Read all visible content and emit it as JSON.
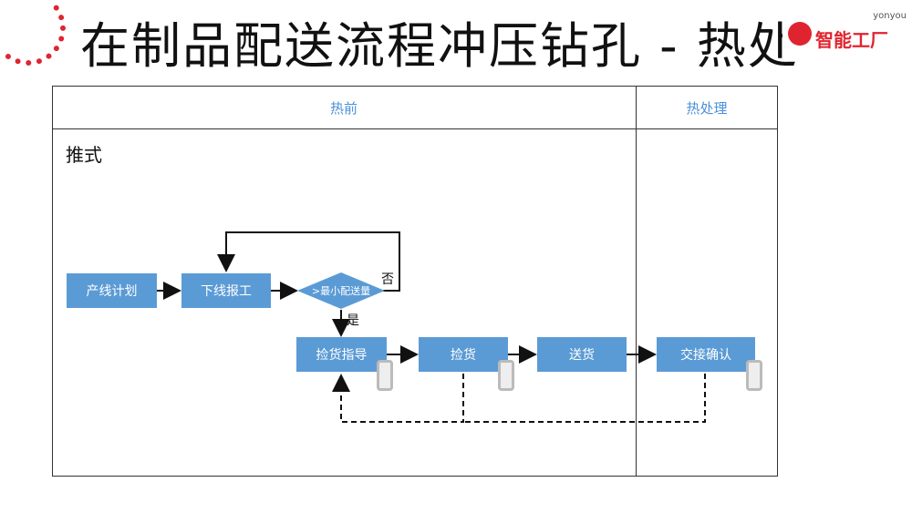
{
  "title": "在制品配送流程冲压钻孔 - 热处",
  "logo": {
    "brand": "yonyou",
    "name": "智能工厂"
  },
  "lanes": {
    "pre": "热前",
    "heat": "热处理"
  },
  "section": "推式",
  "nodes": {
    "plan": "产线计划",
    "report": "下线报工",
    "decision": ">最小配送量",
    "pick_order": "捡货指导",
    "pick": "捡货",
    "deliver": "送货",
    "confirm": "交接确认"
  },
  "labels": {
    "no": "否",
    "yes": "是"
  },
  "colors": {
    "box": "#5b9bd5",
    "accent": "#e0242f"
  }
}
